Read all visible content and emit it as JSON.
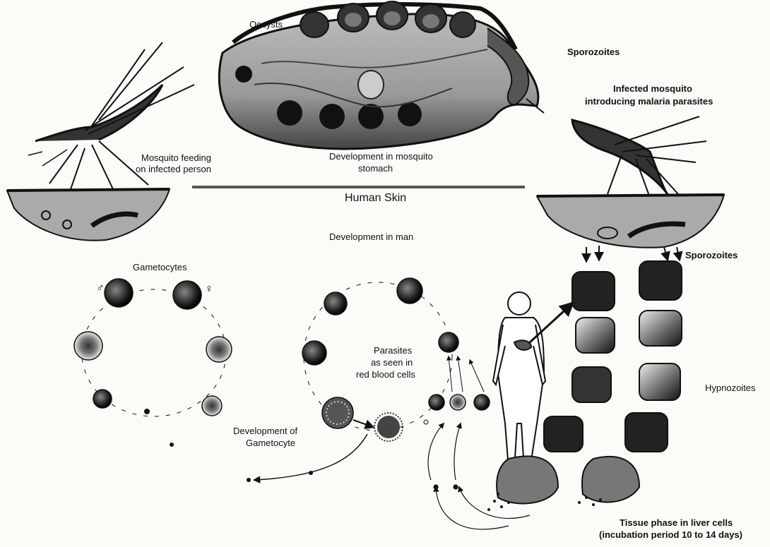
{
  "labels": {
    "oocysts": "Oocysts",
    "sporozoites_top": "Sporozoites",
    "infected_mosquito_1": "Infected mosquito",
    "infected_mosquito_2": "introducing malaria parasites",
    "mosquito_feeding_1": "Mosquito feeding",
    "mosquito_feeding_2": "on infected person",
    "dev_mosquito_1": "Development in mosquito",
    "dev_mosquito_2": "stomach",
    "human_skin": "Human Skin",
    "dev_man": "Development in man",
    "gametocytes": "Gametocytes",
    "male_symbol": "♂",
    "female_symbol": "♀",
    "parasites_1": "Parasites",
    "parasites_2": "as seen in",
    "parasites_3": "red blood cells",
    "dev_gametocyte_1": "Development of",
    "dev_gametocyte_2": "Gametocyte",
    "sporozoites_right": "Sporozoites",
    "hypnozoites": "Hypnozoites",
    "tissue_phase_1": "Tissue phase in liver cells",
    "tissue_phase_2": "(incubation period 10 to 14 days)"
  }
}
